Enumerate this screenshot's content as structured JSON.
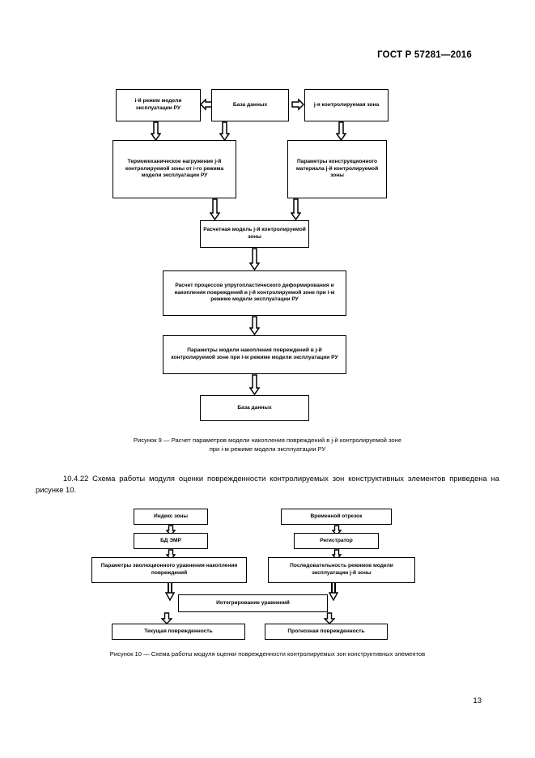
{
  "header": {
    "standard_title": "ГОСТ Р 57281—2016"
  },
  "page": {
    "number": "13"
  },
  "figure9": {
    "boxes": {
      "mode": "i-й режим модели эксплуатации РУ",
      "database_top": "База данных",
      "zone": "j-я контролируемая зона",
      "thermomech": "Термомеханическое нагружение j-й контролируемой зоны от i-го режима модели эксплуатации РУ",
      "material": "Параметры конструкционного материала j-й контролируемой зоны",
      "calc_model": "Расчетная модель j-й контролируемой зоны",
      "process_calc": "Расчет процессов упругопластического деформирования и накопления повреждений в j-й контролируемой зоне при i-м режиме модели эксплуатации РУ",
      "damage_params": "Параметры модели накопления повреждений в j-й контролируемой зоне при i-м режиме модели эксплуатации РУ",
      "database_bottom": "База данных"
    },
    "caption_line1": "Рисунок 9 — Расчет параметров модели накопления повреждений в j-й контролируемой зоне",
    "caption_line2": "при i-м режиме модели эксплуатации РУ"
  },
  "body": {
    "clause_10_4_22": "10.4.22 Схема работы модуля оценки поврежденности контролируемых зон конструктивных элементов приведена на рисунке 10."
  },
  "figure10": {
    "boxes": {
      "zone_index": "Индекс зоны",
      "time_slice": "Временной отрезок",
      "db_emr": "БД ЭМР",
      "registrator": "Регистратор",
      "evolution_params": "Параметры эволюционного уравнения накопления повреждений",
      "mode_sequence": "Последовательность режимов модели эксплуатации j-й зоны",
      "integration": "Интегрирование уравнений",
      "current_damage": "Текущая поврежденность",
      "forecast_damage": "Прогнозная поврежденность"
    },
    "caption": "Рисунок 10 — Схема работы модуля оценки поврежденности контролируемых зон конструктивных элементов"
  },
  "colors": {
    "ink": "#000000",
    "paper": "#ffffff"
  }
}
